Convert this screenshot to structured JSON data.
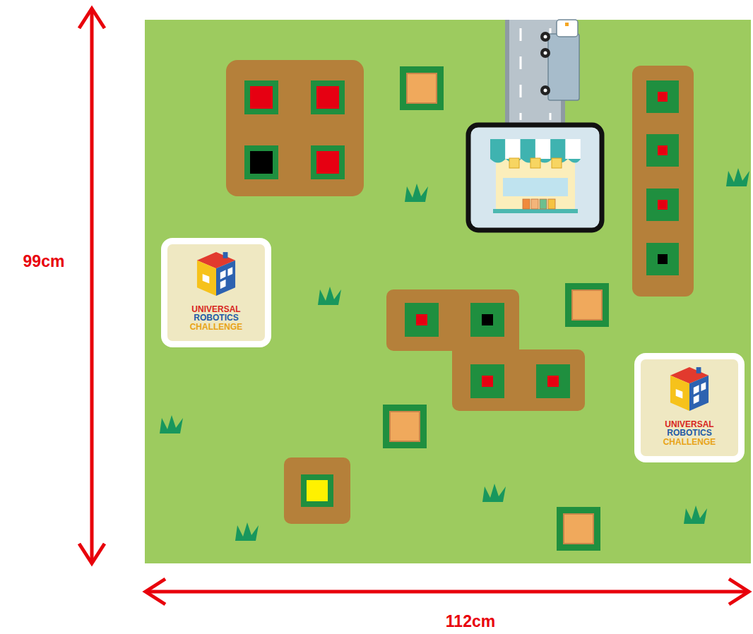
{
  "diagram": {
    "nodes": [
      {
        "text": [
          "UNIVERSAL",
          "ROBOTICS",
          "CHALLENGE"
        ]
      },
      {
        "text": [
          "UNIVERSAL",
          "ROBOTICS",
          "CHALLENGE"
        ]
      }
    ],
    "labels": [
      "99cm",
      "112cm"
    ]
  }
}
